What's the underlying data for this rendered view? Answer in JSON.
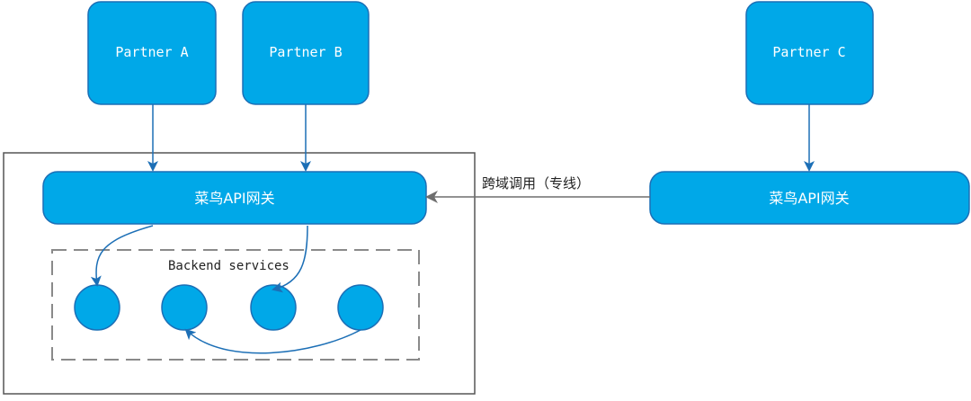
{
  "partners": {
    "a": "Partner A",
    "b": "Partner B",
    "c": "Partner C"
  },
  "gateway": {
    "left_label": "菜鸟API网关",
    "right_label": "菜鸟API网关"
  },
  "cross_domain_call_label": "跨域调用（专线）",
  "backend_services_label": "Backend services",
  "colors": {
    "node_fill": "#00A8E8",
    "node_stroke": "#1C6FB6",
    "arrow": "#1C6FB6",
    "gray_arrow": "#6E6E6E",
    "container_border": "#555555",
    "dashed_border": "#8A8A8A"
  }
}
